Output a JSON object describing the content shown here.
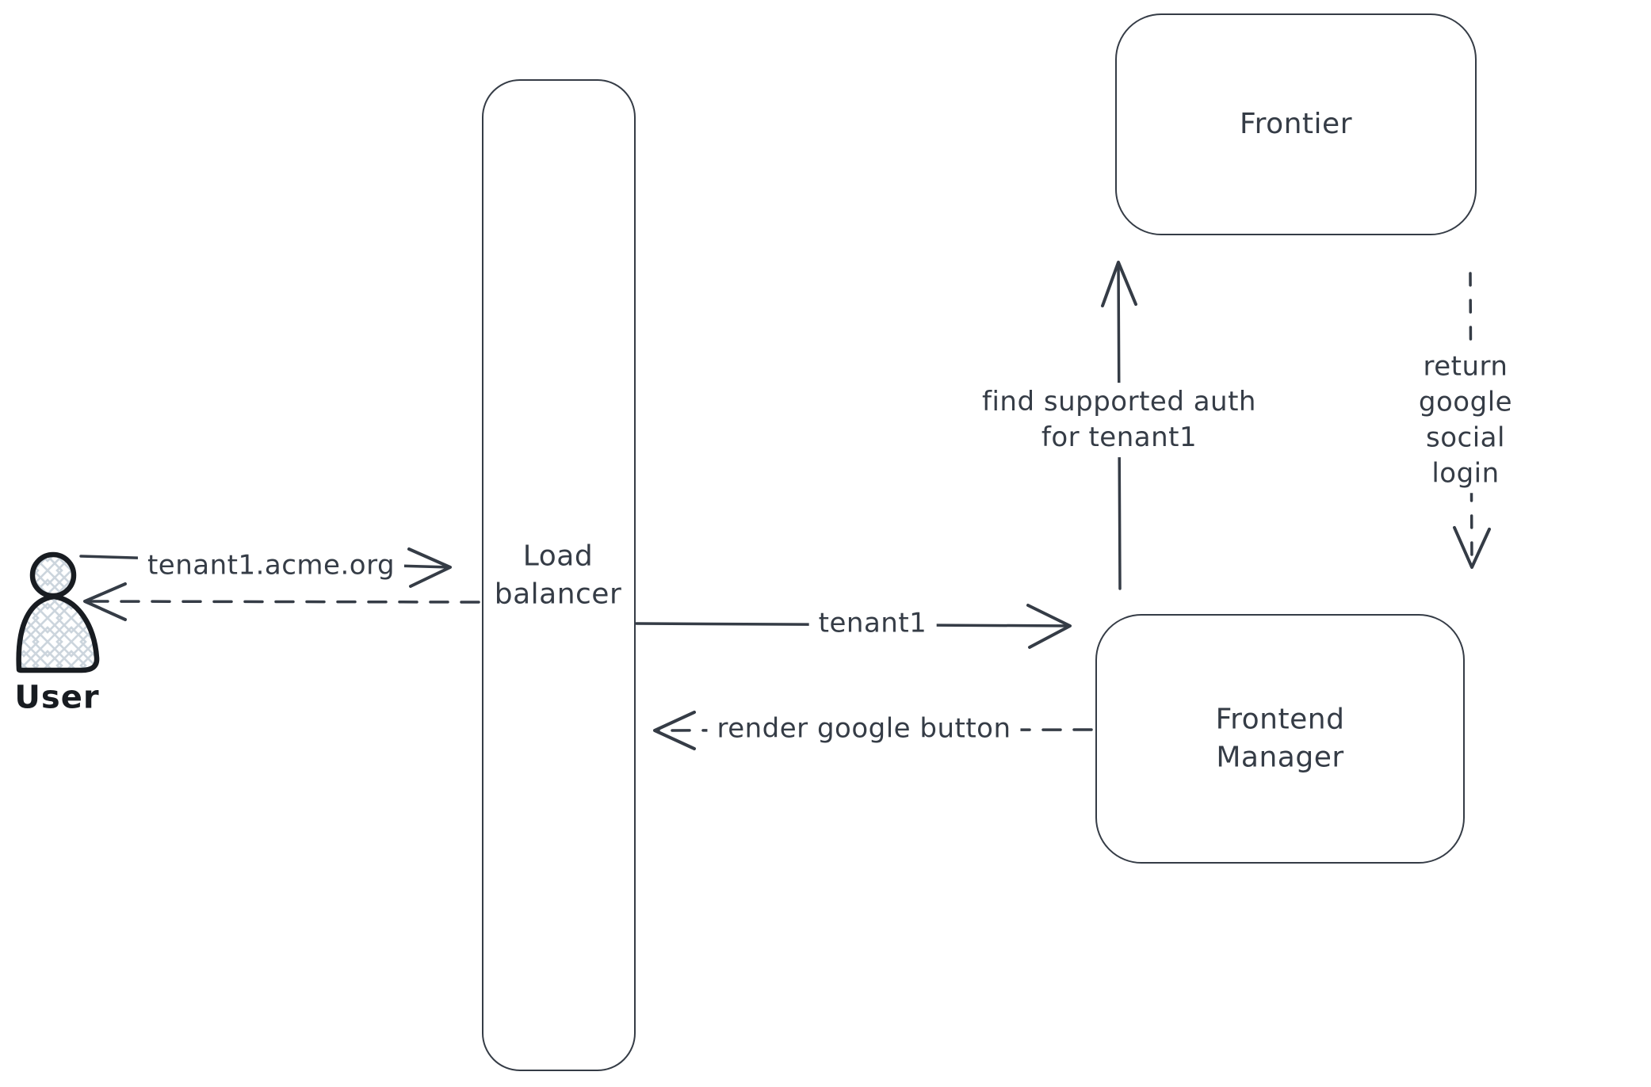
{
  "canvas": {
    "background": "#ffffff",
    "stroke_color": "#353c46",
    "actor_stroke_color": "#181c21",
    "hatch_fill_color": "#ccd5dd"
  },
  "actors": {
    "user": {
      "label": "User"
    }
  },
  "nodes": {
    "load_balancer": {
      "label": "Load\nbalancer"
    },
    "frontier": {
      "label": "Frontier"
    },
    "frontend_manager": {
      "label": "Frontend\nManager"
    }
  },
  "edges": {
    "user_to_load_balancer": {
      "label": "tenant1.acme.org",
      "style": "solid",
      "from": "user",
      "to": "load_balancer"
    },
    "load_balancer_to_user": {
      "label": "",
      "style": "dashed",
      "from": "load_balancer",
      "to": "user"
    },
    "load_balancer_to_frontend_manager": {
      "label": "tenant1",
      "style": "solid",
      "from": "load_balancer",
      "to": "frontend_manager"
    },
    "frontend_manager_to_load_balancer": {
      "label": "render google button",
      "style": "dashed",
      "from": "frontend_manager",
      "to": "load_balancer"
    },
    "frontend_manager_to_frontier": {
      "label": "find supported auth\nfor tenant1",
      "style": "solid",
      "from": "frontend_manager",
      "to": "frontier"
    },
    "frontier_to_frontend_manager": {
      "label": "return google social\nlogin",
      "style": "dashed",
      "from": "frontier",
      "to": "frontend_manager"
    }
  }
}
